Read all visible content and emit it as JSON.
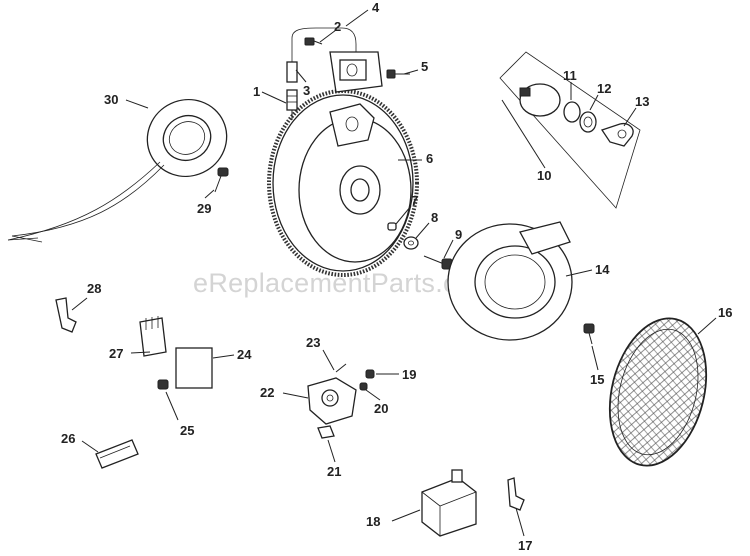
{
  "watermark": "eReplacementParts.com",
  "callouts": [
    {
      "id": "1",
      "text": "1"
    },
    {
      "id": "2",
      "text": "2"
    },
    {
      "id": "3",
      "text": "3"
    },
    {
      "id": "4",
      "text": "4"
    },
    {
      "id": "5",
      "text": "5"
    },
    {
      "id": "6",
      "text": "6"
    },
    {
      "id": "7",
      "text": "7"
    },
    {
      "id": "8",
      "text": "8"
    },
    {
      "id": "9",
      "text": "9"
    },
    {
      "id": "10",
      "text": "10"
    },
    {
      "id": "11",
      "text": "11"
    },
    {
      "id": "12",
      "text": "12"
    },
    {
      "id": "13",
      "text": "13"
    },
    {
      "id": "14",
      "text": "14"
    },
    {
      "id": "15",
      "text": "15"
    },
    {
      "id": "16",
      "text": "16"
    },
    {
      "id": "17",
      "text": "17"
    },
    {
      "id": "18",
      "text": "18"
    },
    {
      "id": "19",
      "text": "19"
    },
    {
      "id": "20",
      "text": "20"
    },
    {
      "id": "21",
      "text": "21"
    },
    {
      "id": "22",
      "text": "22"
    },
    {
      "id": "23",
      "text": "23"
    },
    {
      "id": "24",
      "text": "24"
    },
    {
      "id": "25",
      "text": "25"
    },
    {
      "id": "26",
      "text": "26"
    },
    {
      "id": "27",
      "text": "27"
    },
    {
      "id": "28",
      "text": "28"
    },
    {
      "id": "29",
      "text": "29"
    },
    {
      "id": "30",
      "text": "30"
    }
  ],
  "colors": {
    "ink": "#222222",
    "watermark": "#d4d4d4",
    "background": "#ffffff"
  }
}
